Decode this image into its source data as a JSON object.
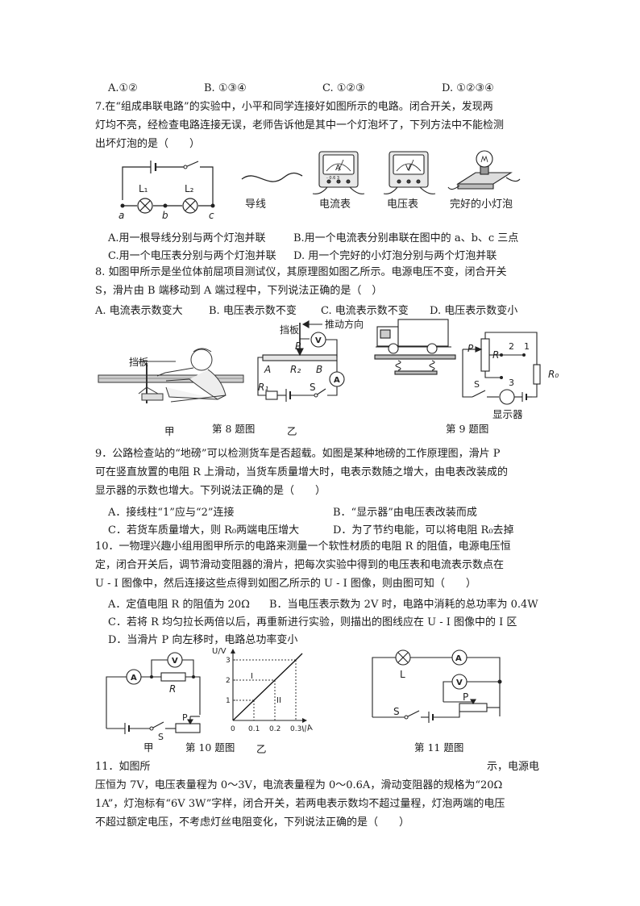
{
  "q6_options": [
    "A.①②",
    "B. ①③④",
    "C. ①②③",
    "D. ①②③④"
  ],
  "q7": {
    "lines": [
      "7.在“组成串联电路”的实验中，小平和同学连接好如图所示的电路。闭合开关，发现两",
      "灯均不亮，经检查电路连接无误，老师告诉他是其中一个灯泡坏了，下列方法中不能检测",
      "出坏灯泡的是（　　）"
    ],
    "figure": {
      "L1": "L₁",
      "L2": "L₂",
      "a": "a",
      "b": "b",
      "c": "c",
      "items": [
        "导线",
        "电流表",
        "电压表",
        "完好的小灯泡"
      ],
      "ammeter_letter": "A",
      "voltmeter_letter": "V",
      "ammeter_terminals": "- 0.6 3"
    },
    "options": [
      [
        "A.用一根导线分别与两个灯泡并联",
        "B.用一个电流表分别串联在图中的 a、b、c 三点"
      ],
      [
        "C.用一个电压表分别与两个灯泡并联",
        "D. 用一个完好的小灯泡分别与两个灯泡并联"
      ]
    ]
  },
  "q8": {
    "lines": [
      "8. 如图甲所示是坐位体前屈项目测试仪，其原理图如图乙所示。电源电压不变，闭合开关",
      "S，滑片由 B 端移动到 A 端过程中，下列说法正确的是（　）"
    ],
    "options": [
      "A. 电流表示数变大",
      "B. 电压表示数不变",
      "C. 电流表示数不变",
      "D. 电压表示数变小"
    ],
    "figure": {
      "baffle": "挡板",
      "baffle2": "挡板",
      "push_direction": "推动方向",
      "P": "P",
      "A": "A",
      "R2": "R₂",
      "B": "B",
      "R1": "R₁",
      "S": "S",
      "meter_V": "V",
      "meter_A": "A",
      "jia": "甲",
      "caption": "第 8 题图",
      "yi": "乙"
    }
  },
  "q9_figure": {
    "P": "P",
    "R": "R",
    "t1": "1",
    "t2": "2",
    "t3": "3",
    "R0": "R₀",
    "S": "S",
    "display": "显示器",
    "caption": "第 9 题图"
  },
  "q9": {
    "lines": [
      "9．公路检查站的“地磅”可以检测货车是否超载。如图是某种地磅的工作原理图，滑片 P",
      "可在竖直放置的电阻 R 上滑动，当货车质量增大时，电表示数随之增大，由电表改装成的",
      "显示器的示数也增大。下列说法正确的是（　　）"
    ],
    "options": [
      [
        "A．接线柱“1”应与“2”连接",
        "B．“显示器”由电压表改装而成"
      ],
      [
        "C．若货车质量增大，则 R₀两端电压增大",
        "D．为了节约电能，可以将电阻 R₀去掉"
      ]
    ]
  },
  "q10": {
    "lines": [
      "10．一物理兴趣小组用图甲所示的电路来测量一个软性材质的电阻 R 的阻值，电源电压恒",
      "定，闭合开关后，调节滑动变阻器的滑片，把每次实验中得到的电压表和电流表示数点在",
      "U - I 图像中，然后连接这些点得到如图乙所示的 U - I 图像，则由图可知（　　）"
    ],
    "options": [
      [
        "A．定值电阻 R 的阻值为 20Ω",
        "B．当电压表示数为 2V 时，电路中消耗的总功率为 0.4W"
      ],
      [
        "C．若将 R 均匀拉长两倍以后，再重新进行实验，则描出的图线应在 U - I 图像中的 I 区"
      ],
      [
        "D．当滑片 P 向左移时，电路总功率变小"
      ]
    ],
    "figure": {
      "A": "A",
      "V": "V",
      "R": "R",
      "S": "S",
      "P": "P",
      "jia": "甲",
      "caption": "第 10 题图",
      "yi": "乙"
    }
  },
  "chart_data": {
    "type": "line",
    "title": "",
    "xlabel": "I/A",
    "ylabel": "U/V",
    "x": [
      0,
      0.1,
      0.2,
      0.3
    ],
    "series": [
      {
        "values": [
          0,
          1,
          2,
          3
        ]
      }
    ],
    "xticks": [
      "0",
      "0.1",
      "0.2",
      "0.3"
    ],
    "yticks": [
      "1",
      "2",
      "3"
    ],
    "xlim": [
      0,
      0.3
    ],
    "ylim": [
      0,
      3
    ],
    "region_labels": [
      "I",
      "II"
    ]
  },
  "q11_figure": {
    "L": "L",
    "A": "A",
    "V": "V",
    "S": "S",
    "P": "P",
    "caption": "第 11 题图"
  },
  "q11": {
    "line1_left": "11．如图所",
    "line1_right": "示，电源电",
    "lines": [
      "压恒为 7V，电压表量程为 0～3V，电流表量程为 0～0.6A，滑动变阻器的规格为“20Ω",
      "1A”，灯泡标有“6V 3W”字样，闭合开关，若两电表示数均不超过量程，灯泡两端的电压",
      "不超过额定电压，不考虑灯丝电阻变化，下列说法正确的是（　　）"
    ]
  }
}
